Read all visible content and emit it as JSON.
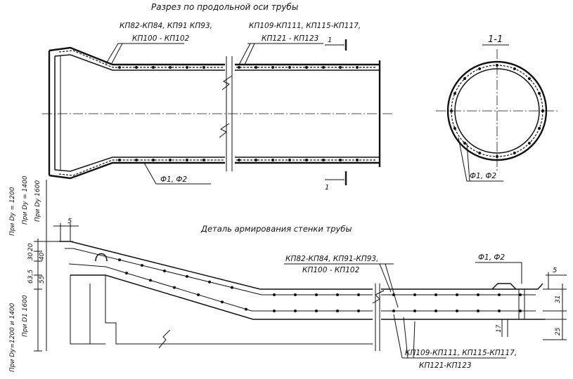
{
  "titles": {
    "section_long": "Разрез по продольной оси трубы",
    "section_cross": "1-1",
    "detail": "Деталь армирования стенки трубы"
  },
  "labels": {
    "kp_left_top_1": "КП82-КП84, КП91 КП93,",
    "kp_left_top_2": "КП100 - КП102",
    "kp_right_top_1": "КП109-КП111, КП115-КП117,",
    "kp_right_top_2": "КП121 - КП123",
    "f_top": "Ф1, Ф2",
    "f_cross": "Ф1, Ф2",
    "cut_mark_top": "1",
    "cut_mark_bottom": "1",
    "kp_detail_1": "КП82-КП84, КП91-КП93,",
    "kp_detail_2": "КП100 - КП102",
    "f_detail": "Ф1, Ф2",
    "kp_detail_bot_1": "КП109-КП111, КП115-КП117,",
    "kp_detail_bot_2": "КП121-КП123"
  },
  "dimensions": {
    "d_5_left": "5",
    "d_5_right": "5",
    "d_20": "20",
    "d_30": "30",
    "d_40": "40",
    "d_635": "63,5",
    "d_55": "55",
    "d_31": "31",
    "d_17": "17",
    "d_25": "25",
    "v_dy1200": "При Dу = 1200",
    "v_dy1400": "При Dу = 1400",
    "v_dy1600": "При Dу 1600",
    "v_dy_1200_1400": "При Dу=1200 и 1400",
    "v_dy_1600": "При D1 1600"
  }
}
